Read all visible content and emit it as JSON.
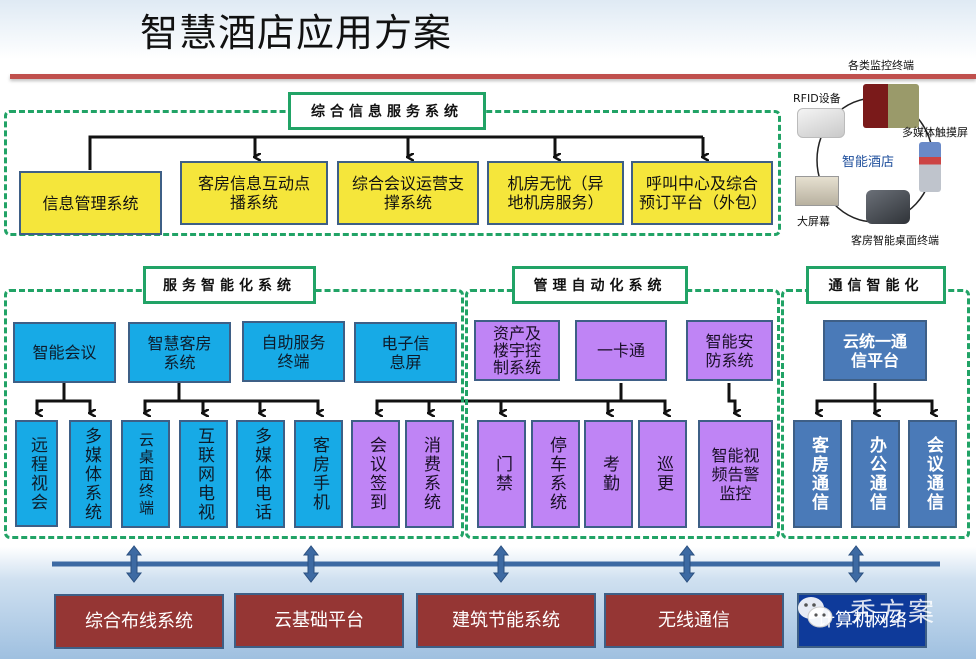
{
  "title": "智慧酒店应用方案",
  "info_services": {
    "label": "综合信息服务系统",
    "root": "信息管理系统",
    "children": [
      "客房信息互动点播系统",
      "综合会议运营支撑系统",
      "机房无忧（异地机房服务）",
      "呼叫中心及综合预订平台（外包）"
    ]
  },
  "devices": {
    "center": "智能酒店",
    "items": [
      "各类监控终端",
      "RFID设备",
      "多媒体触摸屏",
      "大屏幕",
      "客房智能桌面终端"
    ]
  },
  "service_intelligence": {
    "label": "服务智能化系统",
    "top": [
      "智能会议",
      "智慧客房系统",
      "自助服务终端",
      "电子信息屏"
    ],
    "bottom": [
      "远程视会",
      "多媒体系统",
      "云桌面终端",
      "互联网电视",
      "多媒体电话",
      "客房手机"
    ]
  },
  "management_automation": {
    "label": "管理自动化系统",
    "top": [
      "资产及楼宇控制系统",
      "一卡通",
      "智能安防系统"
    ],
    "bottom_left": [
      "会议签到",
      "消费系统"
    ],
    "bottom": [
      "门禁",
      "停车系统",
      "考勤",
      "巡更"
    ],
    "security_child": "智能视频告警监控"
  },
  "communication": {
    "label": "通信智能化",
    "top": "云统一通信平台",
    "bottom": [
      "客房通信",
      "办公通信",
      "会议通信"
    ]
  },
  "infrastructure": [
    "综合布线系统",
    "云基础平台",
    "建筑节能系统",
    "无线通信",
    "计算机网络"
  ],
  "watermark": "秀方案",
  "colors": {
    "group_border": "#21a366",
    "yellow": "#f5e63b",
    "cyan": "#17aae6",
    "purple": "#bf84f5",
    "steel": "#4a7ab8",
    "red": "#953634",
    "navy": "#0e3a9a",
    "title_line": "#c0504d"
  }
}
